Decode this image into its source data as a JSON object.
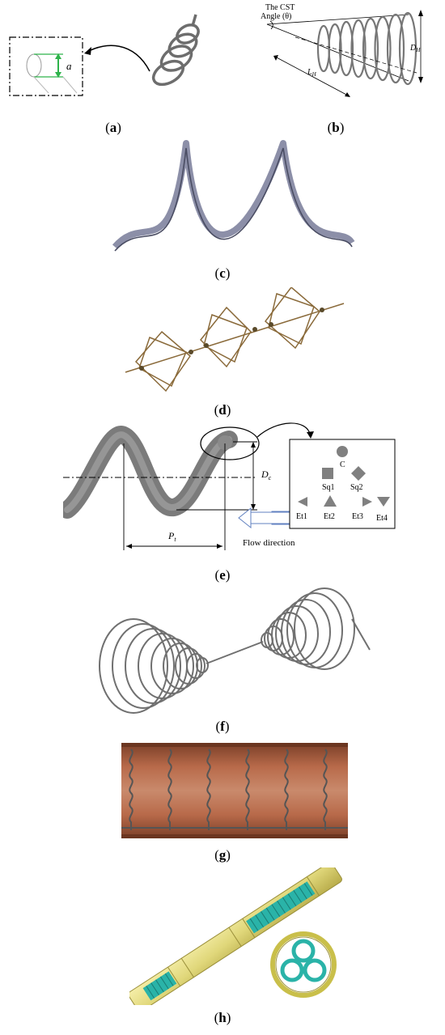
{
  "captions": {
    "a": "a",
    "b": "b",
    "c": "c",
    "d": "d",
    "e": "e",
    "f": "f",
    "g": "g",
    "h": "h"
  },
  "panel_a": {
    "label_a": "a"
  },
  "panel_b": {
    "cst_line1": "The CST",
    "cst_line2": "Angle (θ)",
    "dh_label": "D",
    "dh_sub": "H",
    "lh_label": "L",
    "lh_sub": "H"
  },
  "panel_e": {
    "dc_label": "D",
    "dc_sub": "c",
    "pt_label": "P",
    "pt_sub": "t",
    "flow_label": "Flow direction",
    "legend": [
      "C",
      "Sq1",
      "Sq2",
      "Et1",
      "Et2",
      "Et3",
      "Et4"
    ]
  },
  "colors": {
    "coil_gray": "#6d6d6d",
    "tube_copper": "#b86a4a",
    "tube_yellow": "#e8df8a",
    "coil_teal": "#2ab3a8",
    "twisted_tape": "#8c8fa8",
    "wire_brown": "#8a6a3a"
  }
}
